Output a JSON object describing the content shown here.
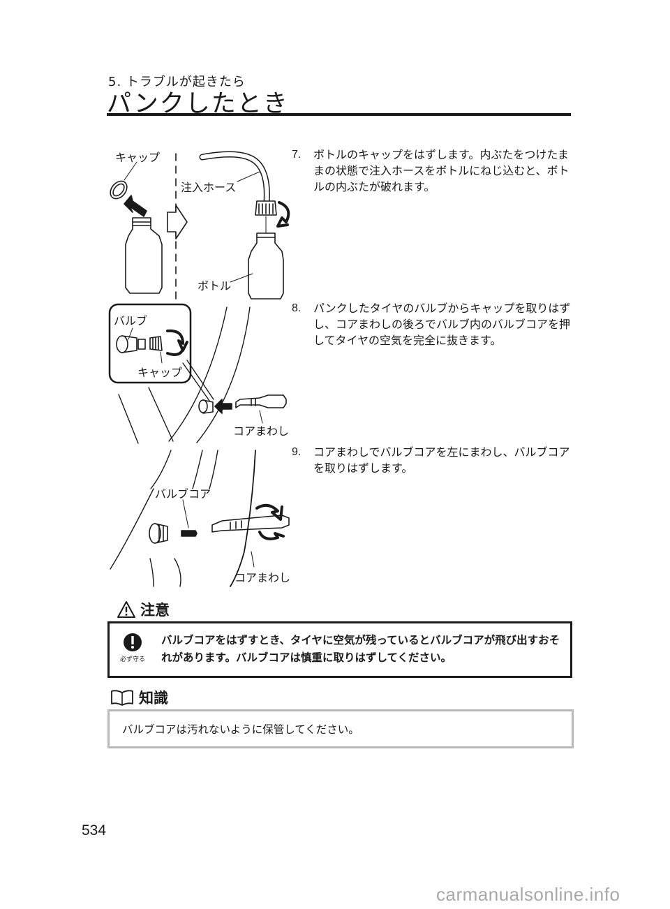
{
  "header": {
    "section": "5. トラブルが起きたら",
    "title": "パンクしたとき"
  },
  "steps": [
    {
      "num": "7.",
      "text": "ボトルのキャップをはずします。内ぶたをつけたままの状態で注入ホースをボトルにねじ込むと、ボトルの内ぶたが破れます。"
    },
    {
      "num": "8.",
      "text": "パンクしたタイヤのバルブからキャップを取りはずし、コアまわしの後ろでバルブ内のバルブコアを押してタイヤの空気を完全に抜きます。"
    },
    {
      "num": "9.",
      "text": "コアまわしでバルブコアを左にまわし、バルブコアを取りはずします。"
    }
  ],
  "figure_labels": {
    "cap1": "キャップ",
    "hose": "注入ホース",
    "bottle": "ボトル",
    "valve": "バルブ",
    "cap2": "キャップ",
    "core_tool1": "コアまわし",
    "valve_core": "バルブコア",
    "core_tool2": "コアまわし"
  },
  "caution": {
    "heading": "注意",
    "mark_label": "必ず守る",
    "text": "バルブコアをはずすとき、タイヤに空気が残っているとバルブコアが飛び出すおそれがあります。バルブコアは慎重に取りはずしてください。"
  },
  "knowledge": {
    "heading": "知識",
    "text": "バルブコアは汚れないように保管してください。"
  },
  "page_number": "534",
  "watermark": "carmanualsonline.info"
}
